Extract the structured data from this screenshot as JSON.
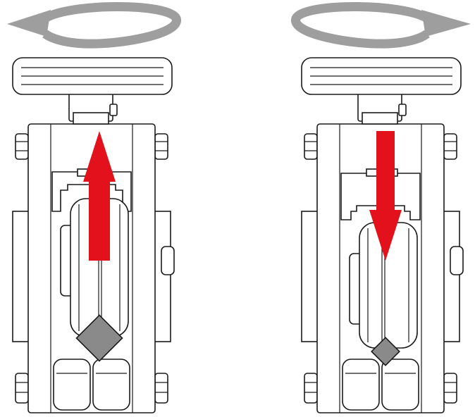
{
  "colors": {
    "rotation_arrow": "#9e9e9e",
    "motion_arrow": "#e2111b",
    "outline": "#1a1a1a",
    "wedge": "#8a8a8a",
    "background": "#ffffff"
  },
  "panels": [
    {
      "rotation": "counterclockwise",
      "motion": "up",
      "wedge_position": "high"
    },
    {
      "rotation": "clockwise",
      "motion": "down",
      "wedge_position": "low"
    }
  ]
}
